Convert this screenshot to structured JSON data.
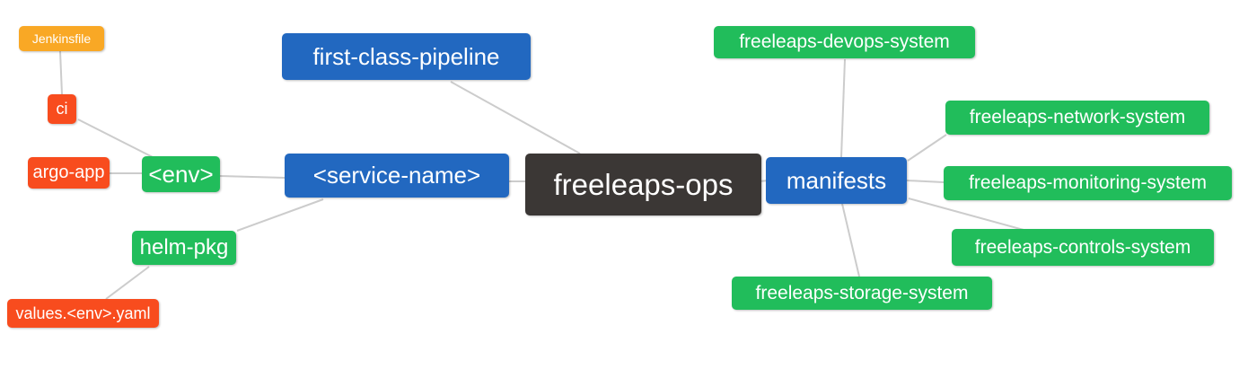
{
  "diagram": {
    "type": "mindmap",
    "root_id": "freeleaps-ops"
  },
  "nodes": {
    "freeleaps_ops": {
      "label": "freeleaps-ops",
      "color": "#3b3735",
      "role": "root"
    },
    "first_class_pipeline": {
      "label": "first-class-pipeline",
      "color": "#2268c0",
      "role": "branch"
    },
    "service_name": {
      "label": "<service-name>",
      "color": "#2268c0",
      "role": "branch"
    },
    "manifests": {
      "label": "manifests",
      "color": "#2268c0",
      "role": "branch"
    },
    "env": {
      "label": "<env>",
      "color": "#21bd5b",
      "role": "subtopic"
    },
    "helm_pkg": {
      "label": "helm-pkg",
      "color": "#21bd5b",
      "role": "subtopic"
    },
    "ci": {
      "label": "ci",
      "color": "#f84c1e",
      "role": "leaf"
    },
    "argo_app": {
      "label": "argo-app",
      "color": "#f84c1e",
      "role": "leaf"
    },
    "jenkinsfile": {
      "label": "Jenkinsfile",
      "color": "#f9a825",
      "role": "leaf"
    },
    "values_env_yaml": {
      "label": "values.<env>.yaml",
      "color": "#f84c1e",
      "role": "leaf"
    },
    "devops_system": {
      "label": "freeleaps-devops-system",
      "color": "#21bd5b",
      "role": "subtopic"
    },
    "network_system": {
      "label": "freeleaps-network-system",
      "color": "#21bd5b",
      "role": "subtopic"
    },
    "monitoring_system": {
      "label": "freeleaps-monitoring-system",
      "color": "#21bd5b",
      "role": "subtopic"
    },
    "controls_system": {
      "label": "freeleaps-controls-system",
      "color": "#21bd5b",
      "role": "subtopic"
    },
    "storage_system": {
      "label": "freeleaps-storage-system",
      "color": "#21bd5b",
      "role": "subtopic"
    }
  },
  "edges": [
    [
      "Jenkinsfile",
      "ci"
    ],
    [
      "ci",
      "<env>"
    ],
    [
      "argo-app",
      "<env>"
    ],
    [
      "<env>",
      "<service-name>"
    ],
    [
      "helm-pkg",
      "<service-name>"
    ],
    [
      "values.<env>.yaml",
      "helm-pkg"
    ],
    [
      "first-class-pipeline",
      "freeleaps-ops"
    ],
    [
      "<service-name>",
      "freeleaps-ops"
    ],
    [
      "freeleaps-ops",
      "manifests"
    ],
    [
      "manifests",
      "freeleaps-devops-system"
    ],
    [
      "manifests",
      "freeleaps-network-system"
    ],
    [
      "manifests",
      "freeleaps-monitoring-system"
    ],
    [
      "manifests",
      "freeleaps-controls-system"
    ],
    [
      "manifests",
      "freeleaps-storage-system"
    ]
  ],
  "colors": {
    "root": "#3b3735",
    "branch": "#2268c0",
    "subtopic": "#21bd5b",
    "leaf": "#f84c1e",
    "file": "#f9a825",
    "edge": "#cccccc",
    "text": "#ffffff",
    "background": "#ffffff"
  }
}
